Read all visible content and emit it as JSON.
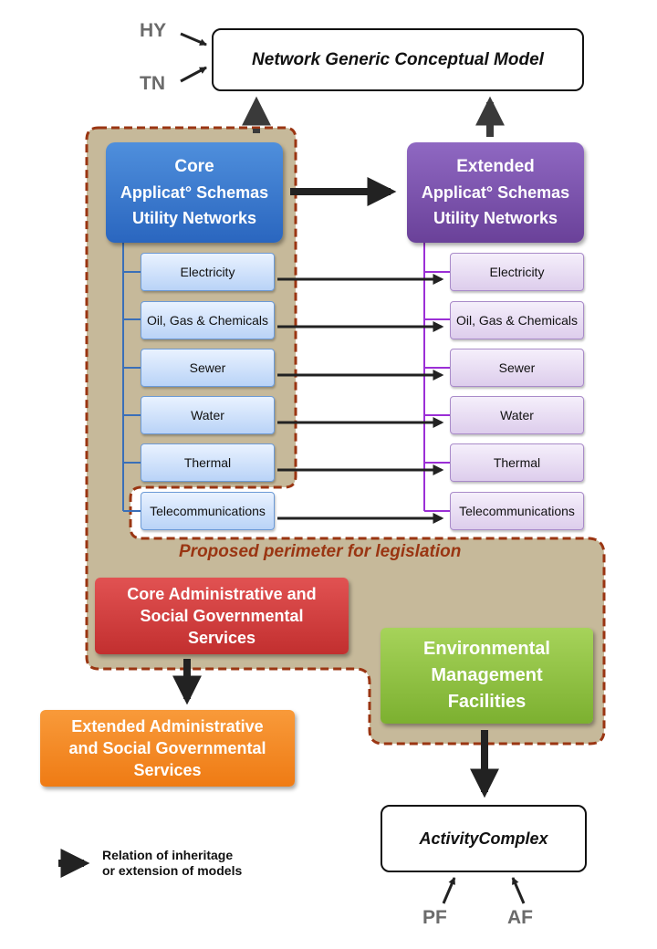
{
  "top_box": {
    "label": "Network  Generic Conceptual Model"
  },
  "inputs_top": [
    "HY",
    "TN"
  ],
  "core_box": {
    "line1": "Core",
    "line2": "Applicat° Schemas",
    "line3": "Utility  Networks"
  },
  "extended_box": {
    "line1": "Extended",
    "line2": "Applicat° Schemas",
    "line3": "Utility  Networks"
  },
  "sub_items": [
    "Electricity",
    "Oil, Gas & Chemicals",
    "Sewer",
    "Water",
    "Thermal",
    "Telecommunications"
  ],
  "perimeter_label": "Proposed perimeter for legislation",
  "core_admin": {
    "line1": "Core Administrative and",
    "line2": "Social Governmental",
    "line3": "Services"
  },
  "extended_admin": {
    "line1": "Extended Administrative",
    "line2": "and Social Governmental",
    "line3": "Services"
  },
  "env_facilities": {
    "line1": "Environmental",
    "line2": "Management",
    "line3": "Facilities"
  },
  "activity_box": {
    "label": "ActivityComplex"
  },
  "inputs_bottom": [
    "PF",
    "AF"
  ],
  "legend": {
    "line1": "Relation of inheritage",
    "line2": "or extension of models"
  },
  "colors": {
    "perimeter_fill": "#c6b99a",
    "perimeter_border": "#9a3512",
    "core_blue": "#3a79d0",
    "extended_purple": "#7b52ae",
    "core_admin_red": "#d23c3c",
    "extended_admin_orange": "#f28a24",
    "env_green": "#8fc042",
    "blue_connector": "#3a6fb8",
    "purple_connector": "#9b2fd6"
  }
}
